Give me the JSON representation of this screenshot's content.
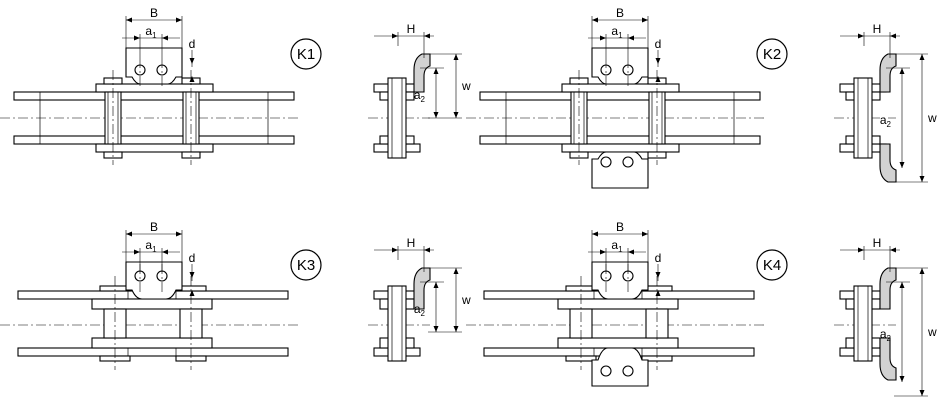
{
  "figures": [
    {
      "id": "K1",
      "label": "K1",
      "attachment": "one-side"
    },
    {
      "id": "K2",
      "label": "K2",
      "attachment": "both-sides"
    },
    {
      "id": "K3",
      "label": "K3",
      "attachment": "one-side"
    },
    {
      "id": "K4",
      "label": "K4",
      "attachment": "both-sides"
    }
  ],
  "dimension_labels": {
    "B": "B",
    "a1": "a",
    "a1_sub": "1",
    "d": "d",
    "H": "H",
    "a2": "a",
    "a2_sub": "2",
    "w": "w"
  }
}
